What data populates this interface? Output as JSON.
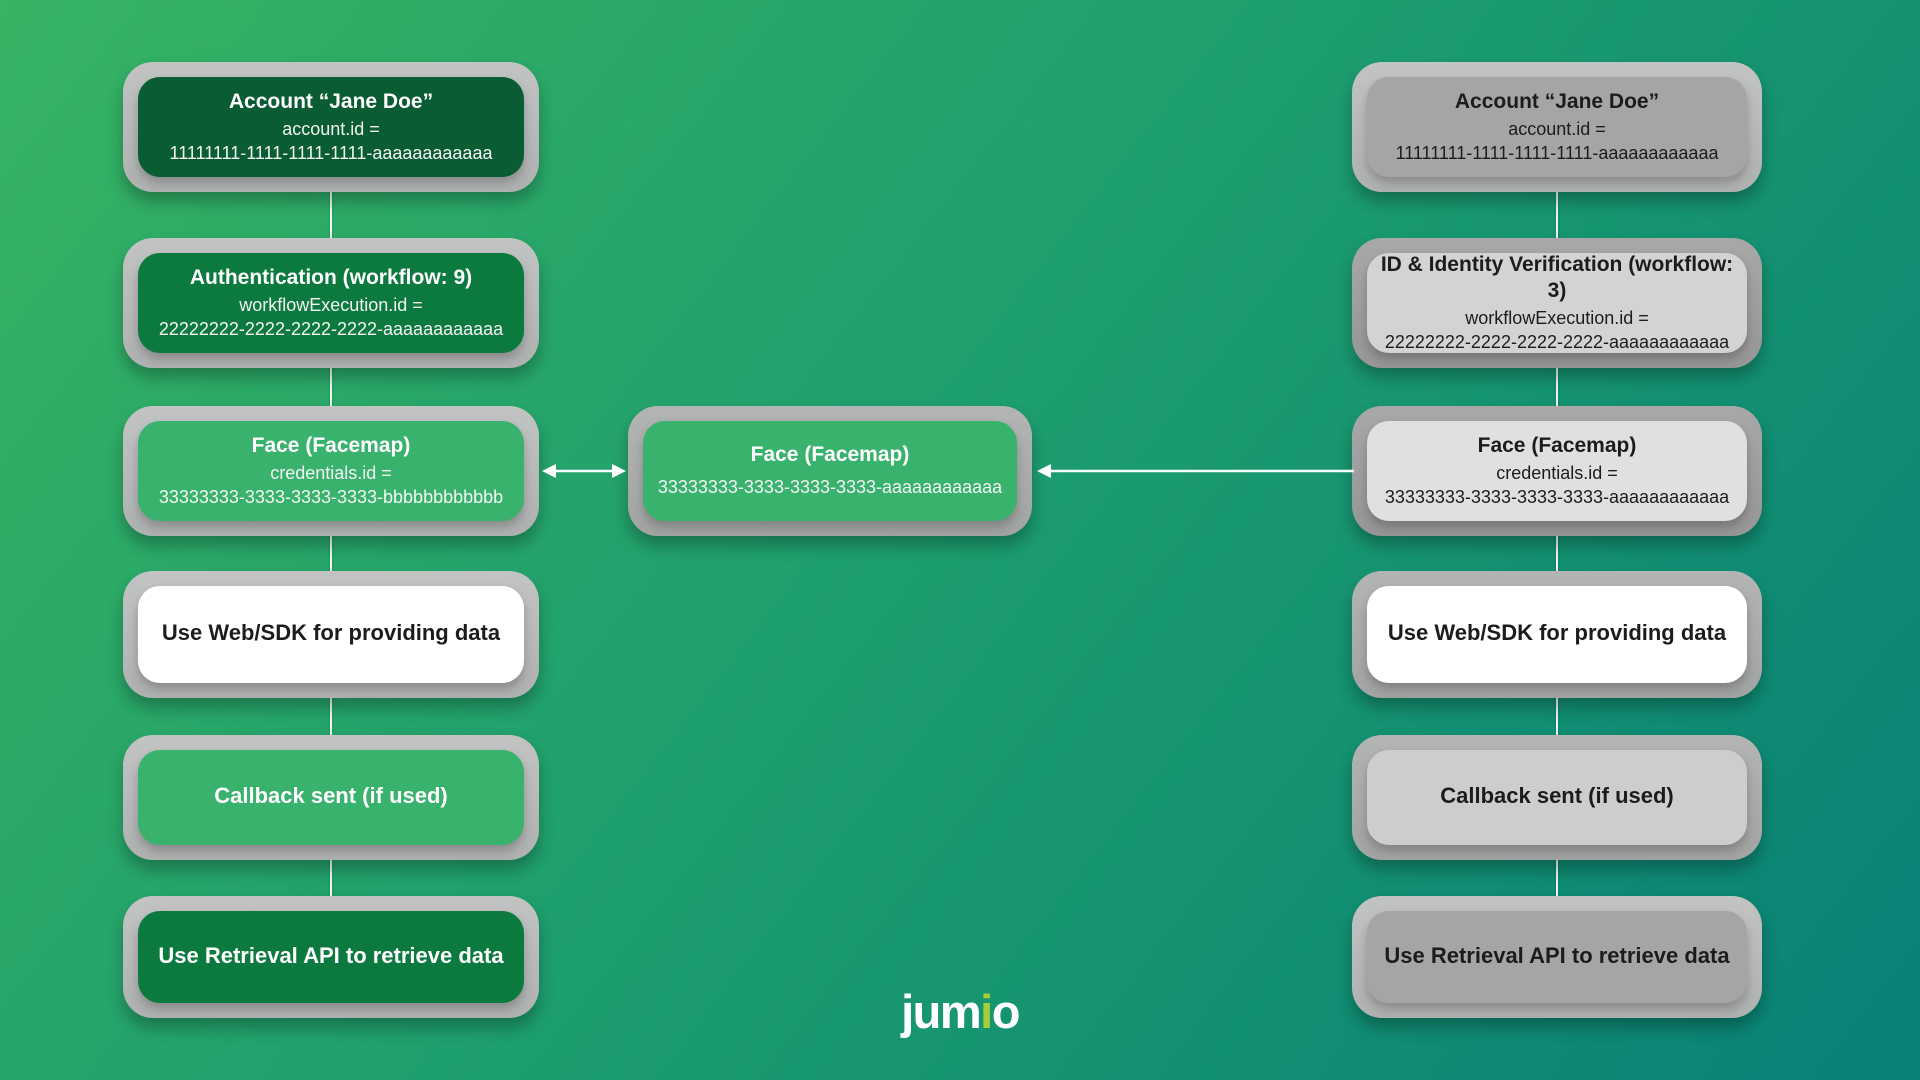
{
  "palette": {
    "bg_gradient_start": "#36b363",
    "bg_gradient_end": "#088177",
    "node_dark_green": "#0a5c32",
    "node_green": "#0c7a3f",
    "node_light_green": "#38b26d",
    "node_white": "#ffffff",
    "node_gray_medium": "#a5a5a5",
    "node_gray_light": "#d3d3d3",
    "node_gray_lighter": "#e0e0e0",
    "node_gray_callback": "#cdcdcd",
    "ring_gray_light": "#bcbebd",
    "ring_gray_dark": "#9e9e9e",
    "connector_white": "#ffffff",
    "logo_accent": "#a6ce39"
  },
  "left_flow": {
    "nodes": [
      {
        "title": "Account “Jane Doe”",
        "line1": "account.id =",
        "line2": "11111111-1111-1111-1111-aaaaaaaaaaaa"
      },
      {
        "title": "Authentication (workflow: 9)",
        "line1": "workflowExecution.id =",
        "line2": "22222222-2222-2222-2222-aaaaaaaaaaaa"
      },
      {
        "title": "Face (Facemap)",
        "line1": "credentials.id =",
        "line2": "33333333-3333-3333-3333-bbbbbbbbbbbb"
      },
      {
        "title": "Use Web/SDK for providing data"
      },
      {
        "title": "Callback sent (if used)"
      },
      {
        "title": "Use Retrieval API to retrieve data"
      }
    ]
  },
  "middle_node": {
    "title": "Face (Facemap)",
    "line1": "33333333-3333-3333-3333-aaaaaaaaaaaa"
  },
  "right_flow": {
    "nodes": [
      {
        "title": "Account “Jane Doe”",
        "line1": "account.id =",
        "line2": "11111111-1111-1111-1111-aaaaaaaaaaaa"
      },
      {
        "title": "ID & Identity Verification (workflow: 3)",
        "line1": "workflowExecution.id =",
        "line2": "22222222-2222-2222-2222-aaaaaaaaaaaa"
      },
      {
        "title": "Face (Facemap)",
        "line1": "credentials.id =",
        "line2": "33333333-3333-3333-3333-aaaaaaaaaaaa"
      },
      {
        "title": "Use Web/SDK for providing data"
      },
      {
        "title": "Callback sent (if used)"
      },
      {
        "title": "Use Retrieval API to retrieve data"
      }
    ]
  },
  "logo": {
    "part1": "jum",
    "part2": "i",
    "part3": "o"
  }
}
